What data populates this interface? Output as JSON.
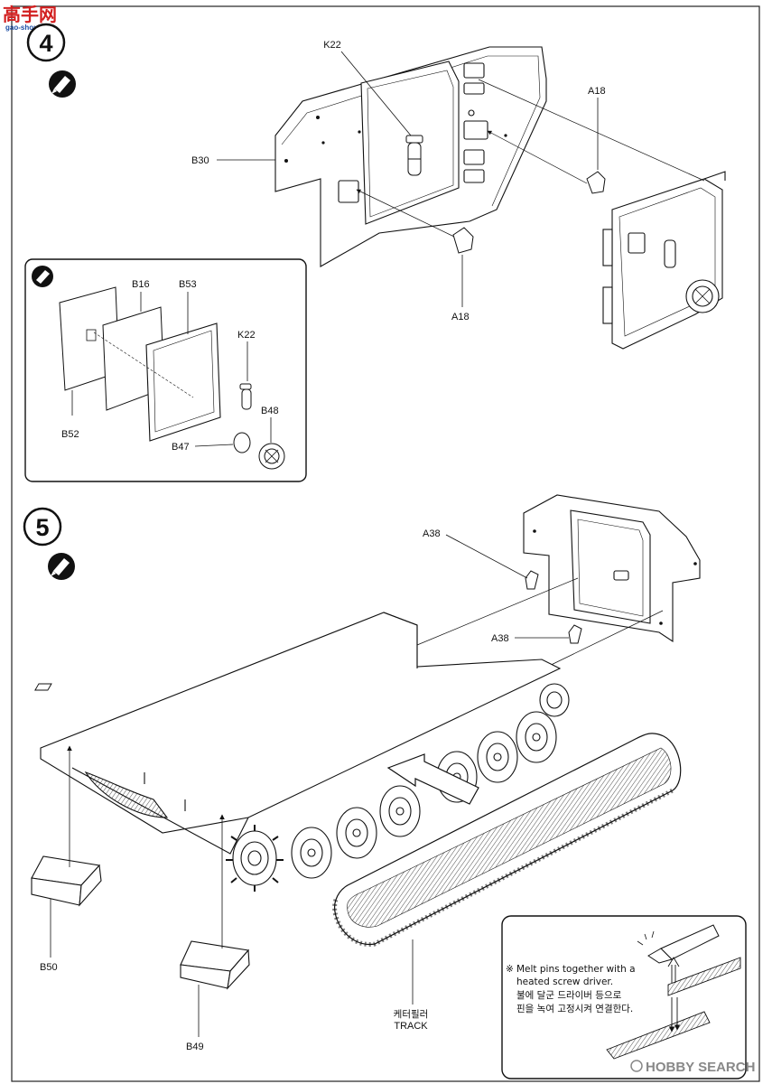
{
  "watermark_top": {
    "chars": "高手网",
    "url": "gao-shou.com"
  },
  "watermark_bottom": "HOBBY SEARCH",
  "steps": [
    {
      "number": "4"
    },
    {
      "number": "5"
    }
  ],
  "step4": {
    "labels": {
      "k22": "K22",
      "b30": "B30",
      "a18_upper": "A18",
      "a18_lower": "A18"
    },
    "inset": {
      "labels": {
        "b16": "B16",
        "b53": "B53",
        "k22": "K22",
        "b48": "B48",
        "b47": "B47",
        "b52": "B52"
      }
    }
  },
  "step5": {
    "labels": {
      "a38_upper": "A38",
      "a38_lower": "A38",
      "b50": "B50",
      "b49": "B49",
      "track_korean": "케터필러",
      "track": "TRACK"
    },
    "note": {
      "line1": "Melt pins together with a",
      "line2": "heated screw driver.",
      "line3": "불에 달군 드라이버 등으로",
      "line4": "핀을 녹여 고정시켜 연결한다."
    }
  },
  "colors": {
    "ink": "#111111",
    "watermark_red": "#d21f1f",
    "watermark_blue": "#1d4fa5"
  }
}
